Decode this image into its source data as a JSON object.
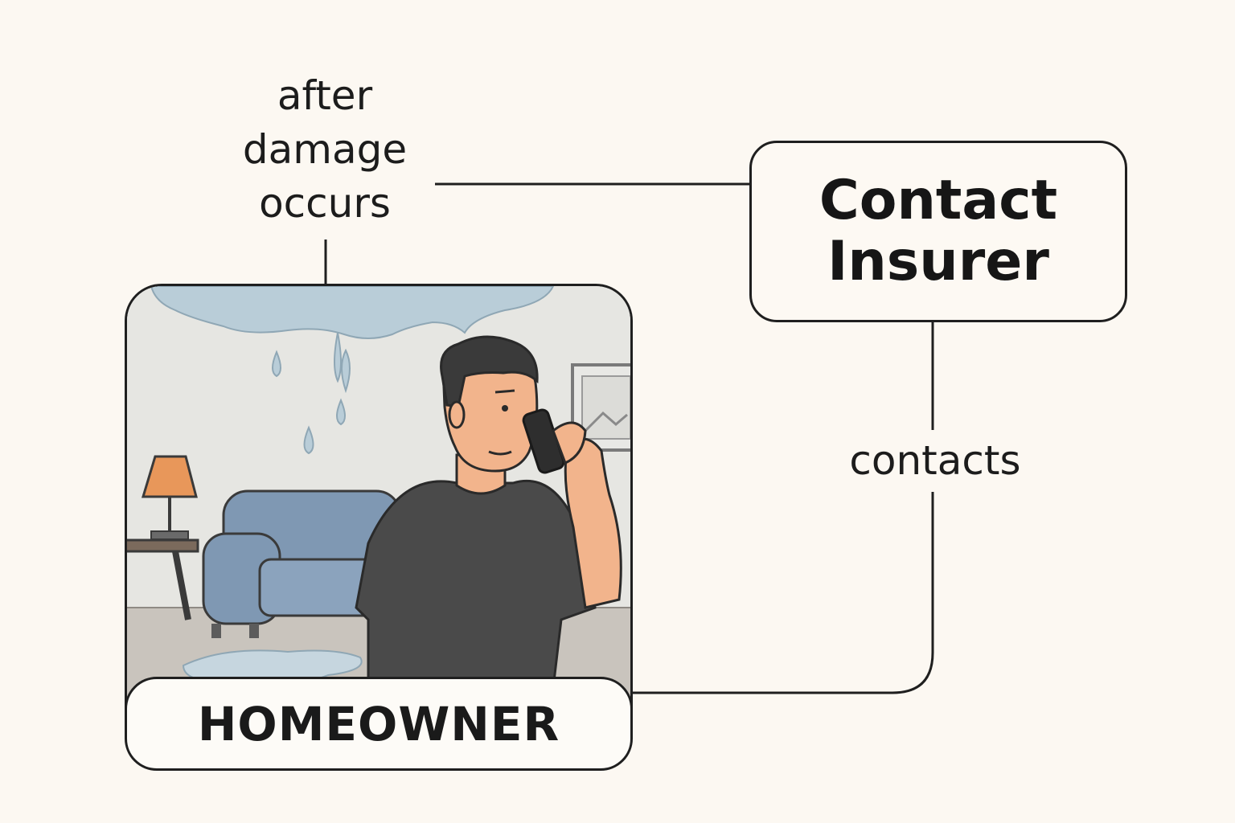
{
  "diagram": {
    "trigger_label": {
      "line1": "after",
      "line2": "damage",
      "line3": "occurs"
    },
    "insurer_node": {
      "line1": "Contact",
      "line2": "Insurer"
    },
    "edge_label": "contacts",
    "homeowner_node": {
      "label": "HOMEOWNER",
      "illustration": "homeowner-on-phone-water-leak-scene"
    }
  },
  "colors": {
    "background": "#fcf8f2",
    "stroke": "#1f1f1f",
    "water": "#b9cdd8",
    "sofa": "#7f98b3",
    "lamp_shade": "#e8975a",
    "shirt": "#4a4a4a",
    "skin": "#f2b48c"
  }
}
